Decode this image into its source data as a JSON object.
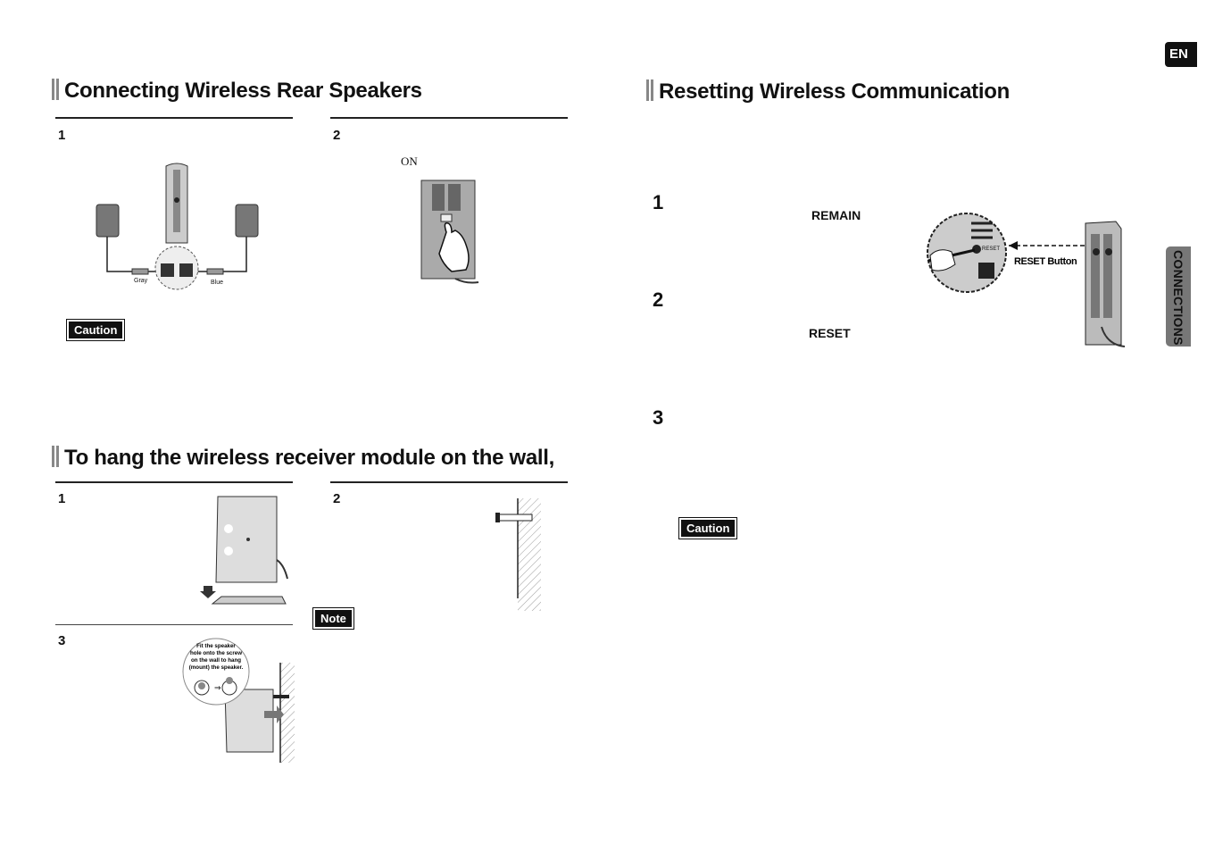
{
  "lang_tab": "EN",
  "side_tab": "CONNECTIONS",
  "left": {
    "section1": {
      "title": "Connecting Wireless Rear Speakers",
      "step1": "1",
      "step2": "2",
      "on_label": "ON",
      "cable_gray": "Gray",
      "cable_blue": "Blue",
      "caution": "Caution"
    },
    "section2": {
      "title": "To hang the wireless receiver module on the wall,",
      "step1": "1",
      "step2": "2",
      "step3": "3",
      "note": "Note",
      "callout_lines": [
        "Fit the speaker",
        "hole onto the screw",
        "on the wall to hang",
        "(mount) the speaker."
      ]
    }
  },
  "right": {
    "title": "Resetting Wireless Communication",
    "step1": "1",
    "step2": "2",
    "step3": "3",
    "remain": "REMAIN",
    "reset": "RESET",
    "reset_button": "RESET Button",
    "reset_small": "RESET",
    "caution": "Caution"
  }
}
